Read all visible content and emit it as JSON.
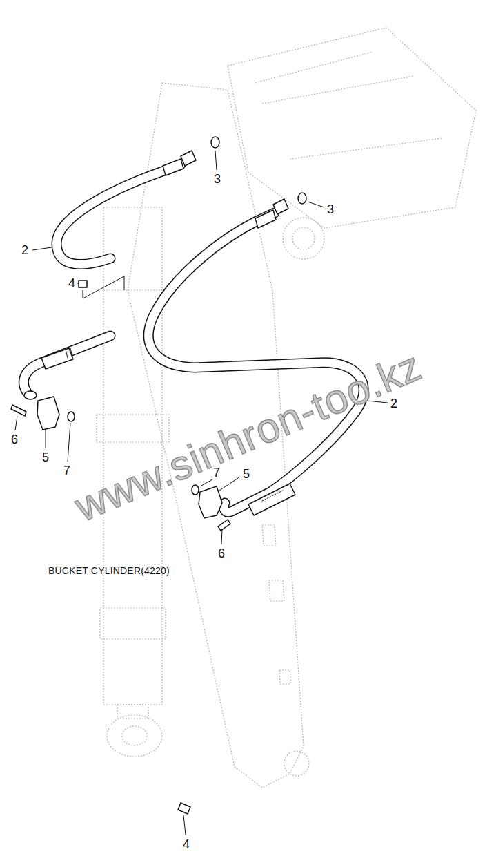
{
  "diagram": {
    "labels": [
      "2",
      "3",
      "4",
      "3",
      "2",
      "6",
      "5",
      "7",
      "7",
      "5",
      "6",
      "BUCKET CYLINDER(4220)",
      "4",
      "www.sinhron-too.kz"
    ]
  }
}
